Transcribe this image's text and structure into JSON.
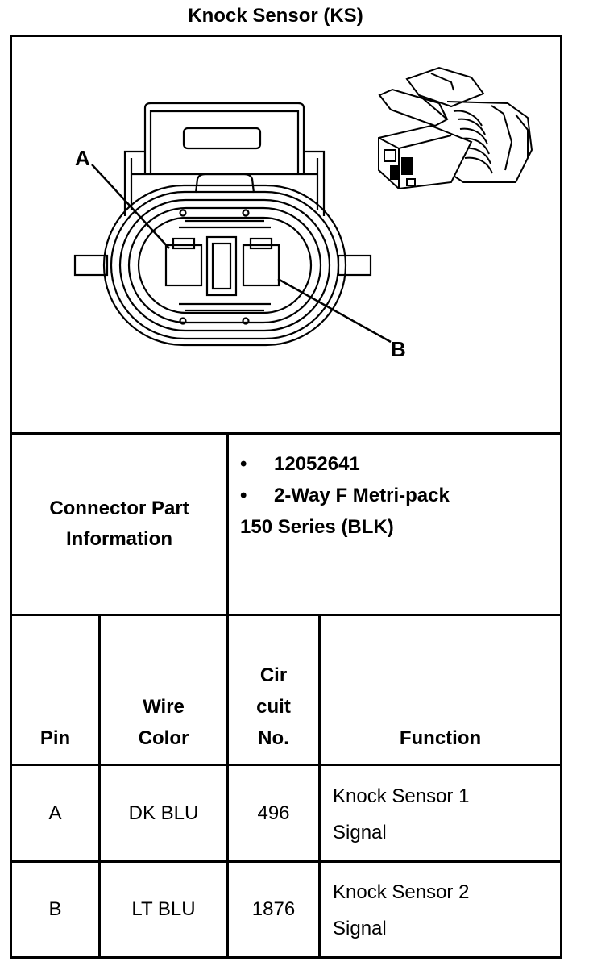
{
  "title": "Knock Sensor (KS)",
  "diagram": {
    "label_a": "A",
    "label_b": "B"
  },
  "connector_info": {
    "label_line1": "Connector Part",
    "label_line2": "Information",
    "bullet": "•",
    "part_number": "12052641",
    "description_line1": "2-Way F Metri-pack",
    "description_line2": "150 Series (BLK)"
  },
  "table": {
    "headers": {
      "pin": "Pin",
      "wire_line1": "Wire",
      "wire_line2": "Color",
      "circuit_line1": "Cir",
      "circuit_line2": "cuit",
      "circuit_line3": "No.",
      "function": "Function"
    },
    "rows": [
      {
        "pin": "A",
        "wire_color": "DK BLU",
        "circuit": "496",
        "function_line1": "Knock Sensor 1",
        "function_line2": "Signal"
      },
      {
        "pin": "B",
        "wire_color": "LT BLU",
        "circuit": "1876",
        "function_line1": "Knock Sensor 2",
        "function_line2": "Signal"
      }
    ]
  }
}
